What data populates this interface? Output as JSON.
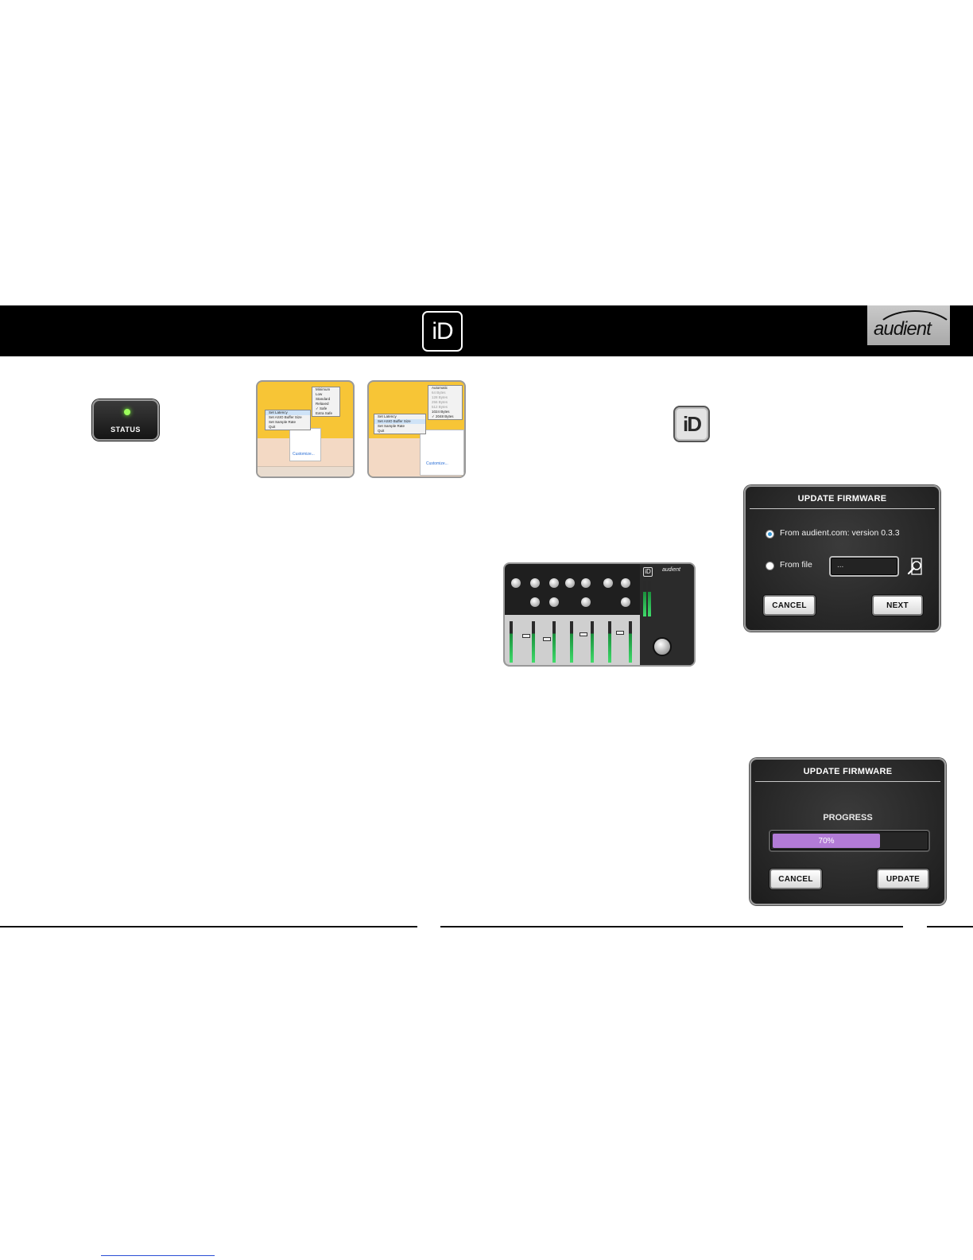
{
  "header": {
    "id_logo_text": "iD",
    "brand_logo_text": "audient"
  },
  "status_button": {
    "label": "STATUS",
    "led_color": "#9dff5c"
  },
  "tray_screenshot_latency": {
    "submenu": [
      "Minimum",
      "Low",
      "Standard",
      "Relaxed",
      "Safe",
      "Extra Safe"
    ],
    "checked": "Safe",
    "menu": [
      "Set Latency",
      "Set ASIO Buffer Size",
      "Set Sample Rate",
      "Quit"
    ],
    "link": "Customize..."
  },
  "tray_screenshot_buffer": {
    "submenu": [
      "Automatic",
      "64 Bytes",
      "128 Bytes",
      "256 Bytes",
      "512 Bytes",
      "1024 Bytes",
      "2048 Bytes"
    ],
    "checked": "2048 Bytes",
    "menu": [
      "Set Latency",
      "Set ASIO Buffer Size",
      "Set Sample Rate",
      "Quit"
    ],
    "link": "Customize..."
  },
  "id_app_icon": {
    "text": "iD"
  },
  "mixer_screenshot": {
    "logo_text": "audient",
    "id_text": "iD"
  },
  "update_dialog": {
    "title": "UPDATE FIRMWARE",
    "option_web": "From audient.com: version 0.3.3",
    "option_file": "From file",
    "file_field_value": "...",
    "cancel_label": "CANCEL",
    "next_label": "NEXT"
  },
  "progress_dialog": {
    "title": "UPDATE FIRMWARE",
    "progress_label": "PROGRESS",
    "progress_percent": 70,
    "progress_text": "70%",
    "progress_color": "#b27bd6",
    "cancel_label": "CANCEL",
    "update_label": "UPDATE"
  }
}
